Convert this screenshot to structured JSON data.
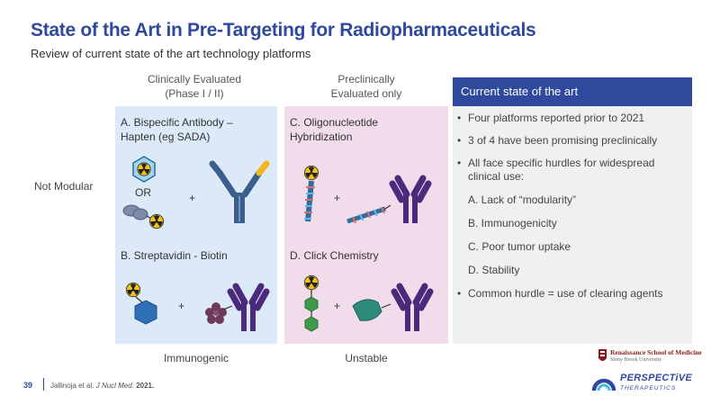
{
  "slide": {
    "title": "State of the Art in Pre-Targeting for Radiopharmaceuticals",
    "subtitle": "Review of current state of the art technology platforms"
  },
  "columns": {
    "clinical_line1": "Clinically Evaluated",
    "clinical_line2": "(Phase I / II)",
    "preclinical_line1": "Preclinically",
    "preclinical_line2": "Evaluated only"
  },
  "rows": {
    "not_modular": "Not Modular"
  },
  "cells": {
    "a_line1": "A. Bispecific Antibody –",
    "a_line2": "Hapten (eg SADA)",
    "a_or": "OR",
    "b": "B. Streptavidin - Biotin",
    "c_line1": "C. Oligonucleotide",
    "c_line2": "Hybridization",
    "d": "D. Click Chemistry",
    "plus": "+"
  },
  "footers": {
    "clinical": "Immunogenic",
    "preclinical": "Unstable"
  },
  "state": {
    "header": "Current state of the art",
    "bullet1": "Four platforms reported prior to 2021",
    "bullet2": "3 of 4 have been promising preclinically",
    "bullet3": "All face specific hurdles for widespread clinical use:",
    "sub1": "A. Lack of “modularity”",
    "sub2": "B. Immunogenicity",
    "sub3": "C. Poor tumor uptake",
    "sub4": "D. Stability",
    "bullet4": "Common hurdle = use of clearing agents"
  },
  "footer": {
    "page_number": "39",
    "citation_authors": "Jallinoja et al.",
    "citation_journal": "J Nucl Med.",
    "citation_year": "2021."
  },
  "logos": {
    "school_name": "Renaissance School of Medicine",
    "school_sub": "Stony Brook University",
    "company_name": "PERSPECTiVE",
    "company_sub": "THERAPEUTICS"
  },
  "colors": {
    "brand_blue": "#2f4a9c",
    "panel_blue": "#dce9f8",
    "panel_pink": "#f1dcec",
    "antibody_purple": "#4b2a7b",
    "radioactive_yellow": "#f2c21b"
  }
}
